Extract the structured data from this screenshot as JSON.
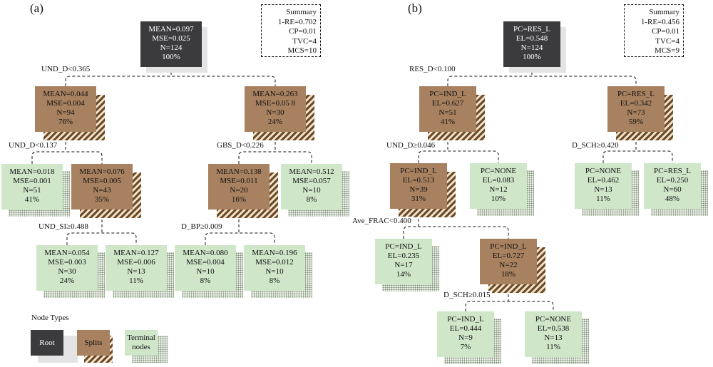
{
  "panel_a": {
    "label": "(a)",
    "summary": [
      "Summary",
      "1-RE=0.702",
      "CP=0.01",
      "TVC=4",
      "MCS=10"
    ],
    "nodes": {
      "root": [
        "MEAN=0.097",
        "MSE=0.025",
        "N=124",
        "100%"
      ],
      "n_left": [
        "MEAN=0.044",
        "MSE=0.004",
        "N=94",
        "76%"
      ],
      "n_right": [
        "MEAN=0.263",
        "MSE=0.05 8",
        "N=30",
        "24%"
      ],
      "t1": [
        "MEAN=0.018",
        "MSE=0.001",
        "N=51",
        "41%"
      ],
      "n_mid": [
        "MEAN=0.076",
        "MSE=0.005",
        "N=43",
        "35%"
      ],
      "n_gbs": [
        "MEAN=0.138",
        "MSE=0.011",
        "N=20",
        "16%"
      ],
      "t2": [
        "MEAN=0.512",
        "MSE=0.057",
        "N=10",
        "8%"
      ],
      "t3": [
        "MEAN=0.054",
        "MSE=0.003",
        "N=30",
        "24%"
      ],
      "t4": [
        "MEAN=0.127",
        "MSE=0.006",
        "N=13",
        "11%"
      ],
      "t5": [
        "MEAN=0.080",
        "MSE=0.004",
        "N=10",
        "8%"
      ],
      "t6": [
        "MEAN=0.196",
        "MSE=0.012",
        "N=10",
        "8%"
      ]
    },
    "splits": {
      "s1": "UND_D<0.365",
      "s2": "UND_D<0.137",
      "s3": "GBS_D<0.226",
      "s4": "UND_SI≥0.488",
      "s5": "D_BP≥0.009"
    }
  },
  "panel_b": {
    "label": "(b)",
    "summary": [
      "Summary",
      "1-RE=0.456",
      "CP=0.01",
      "TVC=4",
      "MCS=9"
    ],
    "nodes": {
      "root": [
        "PC=RES_L",
        "EL=0.548",
        "N=124",
        "100%"
      ],
      "n_left": [
        "PC=IND_L",
        "EL=0.627",
        "N=51",
        "41%"
      ],
      "n_right": [
        "PC=RES_L",
        "EL=0.342",
        "N=73",
        "59%"
      ],
      "n_und": [
        "PC=IND_L",
        "EL=0.513",
        "N=39",
        "31%"
      ],
      "t1": [
        "PC=NONE",
        "EL=0.083",
        "N=12",
        "10%"
      ],
      "t2": [
        "PC=NONE",
        "EL=0.462",
        "N=13",
        "11%"
      ],
      "t3": [
        "PC=RES_L",
        "EL=0.250",
        "N=60",
        "48%"
      ],
      "t4": [
        "PC=IND_L",
        "EL=0.235",
        "N=17",
        "14%"
      ],
      "n_frac": [
        "PC=IND_L",
        "EL=0.727",
        "N=22",
        "18%"
      ],
      "t5": [
        "PC=IND_L",
        "EL=0.444",
        "N=9",
        "7%"
      ],
      "t6": [
        "PC=NONE",
        "EL=0.538",
        "N=13",
        "11%"
      ]
    },
    "splits": {
      "s1": "RES_D<0.100",
      "s2": "UND_D≥0.046",
      "s3": "D_SCH≥0.420",
      "s4": "Ave_FRAC<0.400",
      "s5": "D_SCH≥0.015"
    }
  },
  "legend": {
    "title": "Node Types",
    "root": "Root",
    "splits": "Splits",
    "terminal": "Terminal nodes"
  },
  "colors": {
    "root": "#3b3b3d",
    "split": "#a88160",
    "terminal": "#cfe6c9"
  }
}
